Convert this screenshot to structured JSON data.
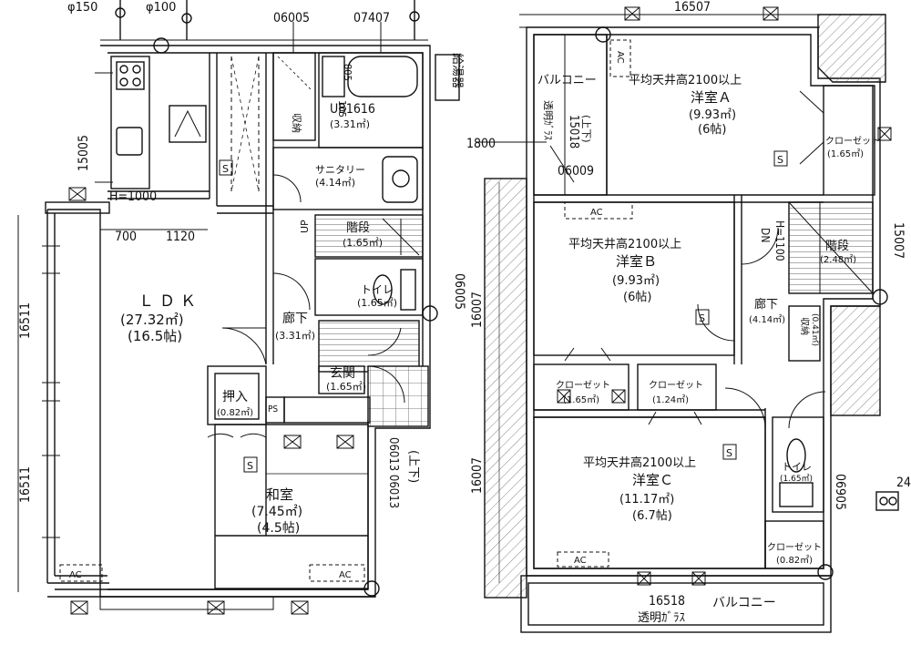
{
  "floor1": {
    "top_codes": [
      "φ150",
      "φ100",
      "06005",
      "07407"
    ],
    "water_heater": "給湯器",
    "dimensions": {
      "left_top": "15005",
      "left_mid": "16511",
      "left_bot": "16511",
      "w700": "700",
      "w1120": "1120",
      "h1000": "H=1000",
      "right_toilet": "06005",
      "right_washitsu": "06013 06013",
      "right_washitsu_sub": "(上下)"
    },
    "rooms": {
      "ldk": {
        "name": "ＬＤＫ",
        "area": "(27.32㎡)",
        "tatami": "(16.5帖)"
      },
      "ub": {
        "name": "UB1616",
        "area": "(3.31㎡)",
        "code1": "805",
        "code2": "105"
      },
      "storage": {
        "name": "収納"
      },
      "sanitary": {
        "name": "サニタリー",
        "area": "(4.14㎡)"
      },
      "stairs": {
        "name": "階段",
        "area": "(1.65㎡)",
        "up": "UP"
      },
      "toilet": {
        "name": "トイレ",
        "area": "(1.65㎡)"
      },
      "hallway": {
        "name": "廊下",
        "area": "(3.31㎡)"
      },
      "entrance": {
        "name": "玄関",
        "area": "(1.65㎡)"
      },
      "oshiire": {
        "name": "押入",
        "area": "(0.82㎡)"
      },
      "ps": {
        "name": "PS"
      },
      "washitsu": {
        "name": "和室",
        "area": "(7.45㎡)",
        "tatami": "(4.5帖)"
      }
    },
    "ac_labels": [
      "AC",
      "AC"
    ],
    "s_mark": "S"
  },
  "floor2": {
    "top_code": "16507",
    "balcony_top": "バルコニー",
    "glass_label": "透明ｶﾞﾗｽ",
    "codes": {
      "c15018": "15018",
      "c06009": "06009",
      "c1800": "1800",
      "updown": "(上下)",
      "c16007a": "16007",
      "c16007b": "16007",
      "c15007": "15007",
      "c06905": "06905",
      "c24": "24",
      "dn": "DN",
      "h1100": "H=1100"
    },
    "rooms": {
      "a": {
        "ceiling": "平均天井高2100以上",
        "name": "洋室Ａ",
        "area": "(9.93㎡)",
        "tatami": "(6帖)"
      },
      "b": {
        "ceiling": "平均天井高2100以上",
        "name": "洋室Ｂ",
        "area": "(9.93㎡)",
        "tatami": "(6帖)"
      },
      "c": {
        "ceiling": "平均天井高2100以上",
        "name": "洋室Ｃ",
        "area": "(11.17㎡)",
        "tatami": "(6.7帖)"
      },
      "closet_a": {
        "name": "クローゼット",
        "area": "(1.65㎡)"
      },
      "closet_b": {
        "name": "クローゼット",
        "area": "(1.65㎡)"
      },
      "closet_c1": {
        "name": "クローゼット",
        "area": "(1.24㎡)"
      },
      "closet_c2": {
        "name": "クローゼット",
        "area": "(0.82㎡)"
      },
      "stairs": {
        "name": "階段",
        "area": "(2.48㎡)"
      },
      "hallway": {
        "name": "廊下",
        "area": "(4.14㎡)"
      },
      "toilet": {
        "name": "トイレ",
        "area": "(1.65㎡)"
      },
      "storage": {
        "name": "収納",
        "area": "(0.41㎡)"
      }
    },
    "balcony_bottom": "バルコニー",
    "bottom_code": "16518",
    "bottom_glass": "透明ｶﾞﾗｽ",
    "ac_labels": [
      "AC",
      "AC",
      "AC"
    ],
    "s_mark": "S"
  }
}
